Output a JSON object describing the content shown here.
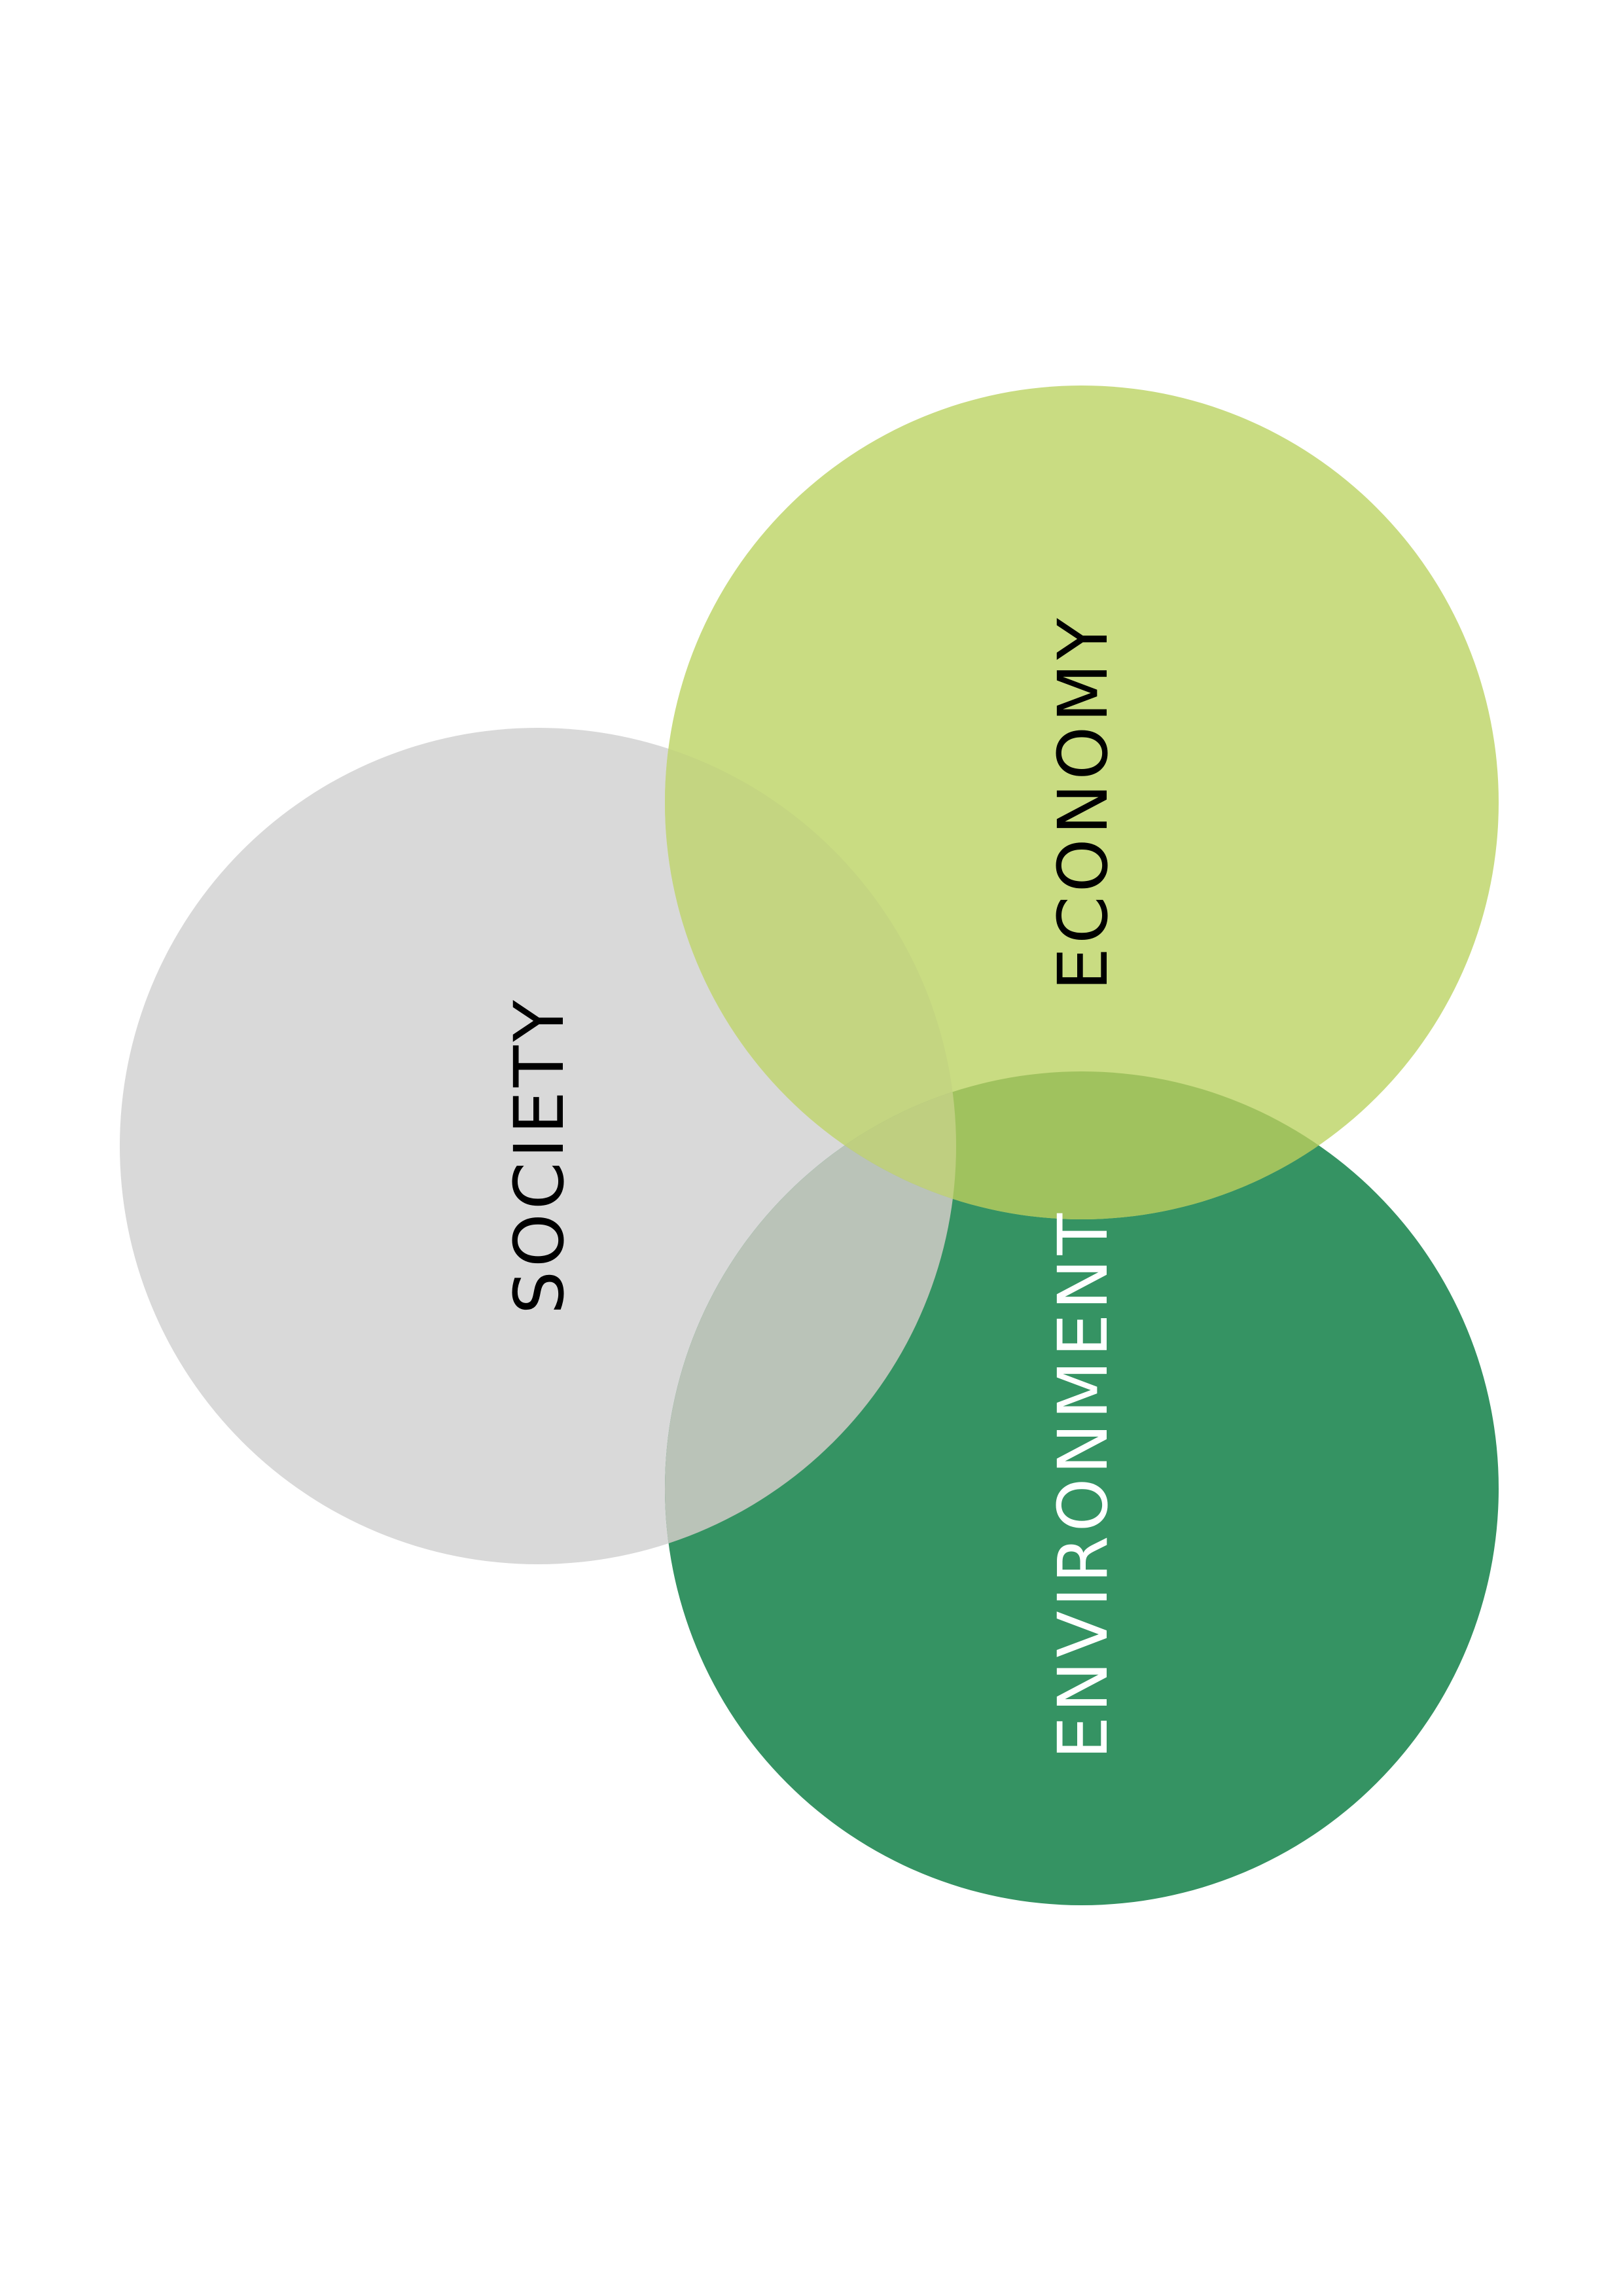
{
  "diagram": {
    "type": "venn",
    "sets": [
      {
        "id": "society",
        "label": "SOCIETY",
        "color": "#d9d9d9",
        "text_color": "#000000"
      },
      {
        "id": "economy",
        "label": "ECONOMY",
        "color": "#c9dc82",
        "text_color": "#000000"
      },
      {
        "id": "environment",
        "label": "ENVIRONMENT",
        "color": "#359363",
        "text_color": "#ffffff"
      }
    ],
    "overlap_colors": {
      "society_economy": "#c4d581",
      "society_environment": "#bac3b8",
      "economy_environment": "#a0c25e",
      "all": "#bfcf80"
    }
  }
}
